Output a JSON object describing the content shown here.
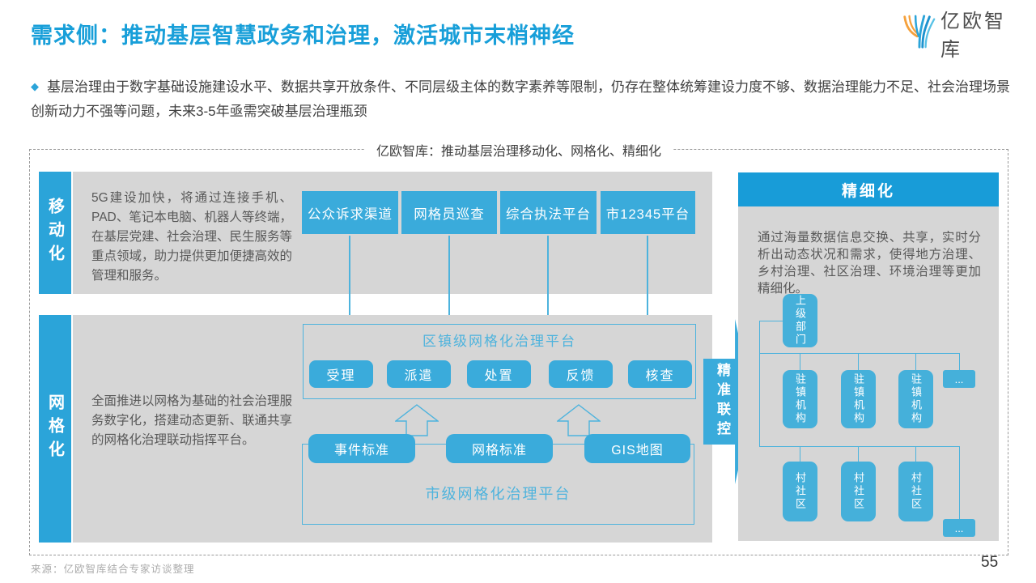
{
  "header": {
    "title": "需求侧：推动基层智慧政务和治理，激活城市末梢神经",
    "logo_text": "亿欧智库",
    "bullet_marker": "◆",
    "bullet_text": "基层治理由于数字基础设施建设水平、数据共享开放条件、不同层级主体的数字素养等限制，仍存在整体统筹建设力度不够、数据治理能力不足、社会治理场景创新动力不强等问题，未来3-5年亟需突破基层治理瓶颈"
  },
  "diagram": {
    "title": "亿欧智库：推动基层治理移动化、网格化、精细化",
    "mobile_row": {
      "label": "移动化",
      "desc": "5G建设加快，将通过连接手机、PAD、笔记本电脑、机器人等终端，在基层党建、社会治理、民生服务等重点领域，助力提供更加便捷高效的管理和服务。"
    },
    "grid_row": {
      "label": "网格化",
      "desc": "全面推进以网格为基础的社会治理服务数字化，搭建动态更新、联通共享的网格化治理联动指挥平台。"
    },
    "channels": [
      "公众诉求渠道",
      "网格员巡查",
      "综合执法平台",
      "市12345平台"
    ],
    "district_platform": {
      "title": "区镇级网格化治理平台",
      "steps": [
        "受理",
        "派遣",
        "处置",
        "反馈",
        "核查"
      ]
    },
    "city_platform": {
      "title": "市级网格化治理平台",
      "standards": [
        "事件标准",
        "网格标准",
        "GIS地图"
      ]
    },
    "arrow_label": "精准联控",
    "refine": {
      "title": "精细化",
      "desc": "通过海量数据信息交换、共享，实时分析出动态状况和需求，使得地方治理、乡村治理、社区治理、环境治理等更加精细化。",
      "org": {
        "top": "上级部门",
        "mid": [
          "驻镇机构",
          "驻镇机构",
          "驻镇机构"
        ],
        "mid_more": "...",
        "bottom": [
          "村社区",
          "村社区",
          "村社区"
        ],
        "bottom_more": "..."
      }
    }
  },
  "footer": {
    "source": "来源：亿欧智库结合专家访谈整理",
    "page_number": "55"
  },
  "colors": {
    "title_blue": "#189fd9",
    "box_blue": "#3aabdb",
    "label_blue": "#2ba4d9",
    "header_blue": "#189cd8",
    "line_blue": "#4db3dd",
    "panel_gray": "#d6d6d6",
    "text_gray": "#595959",
    "logo_orange": "#f5a13c"
  }
}
